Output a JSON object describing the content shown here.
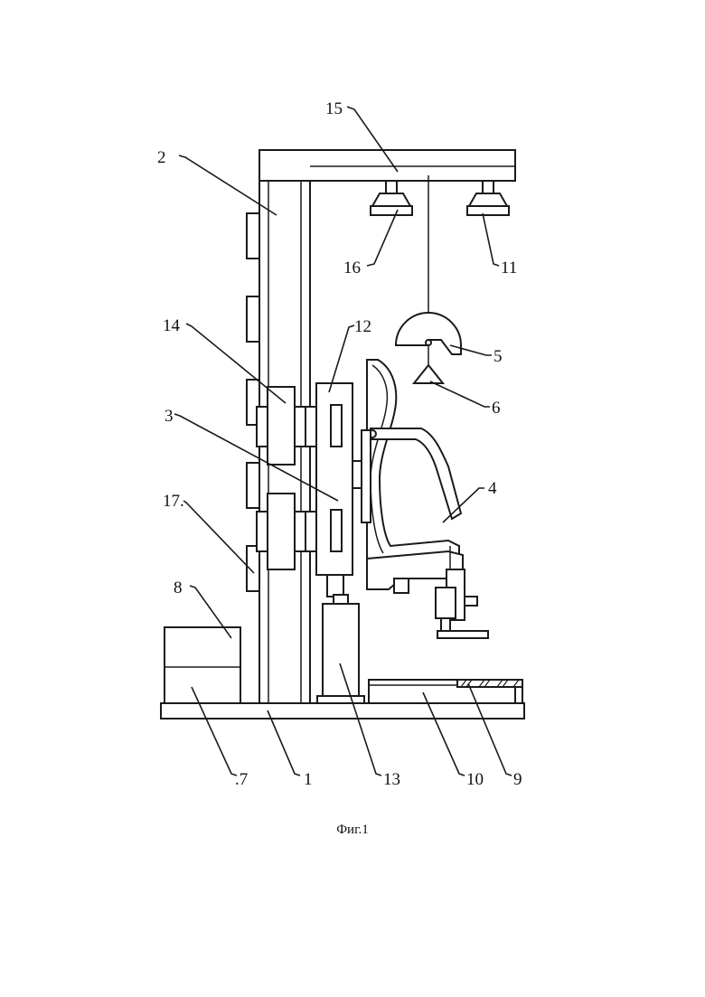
{
  "figure": {
    "caption": "Фиг.1",
    "labels": {
      "l1": "1",
      "l2": "2",
      "l3": "3",
      "l4": "4",
      "l5": "5",
      "l6": "6",
      "l7": ".7",
      "l8": "8",
      "l9": "9",
      "l10": "10",
      "l11": "11",
      "l12": "12",
      "l13": "13",
      "l14": "14",
      "l15": "15",
      "l16": "16",
      "l17": "17."
    }
  }
}
